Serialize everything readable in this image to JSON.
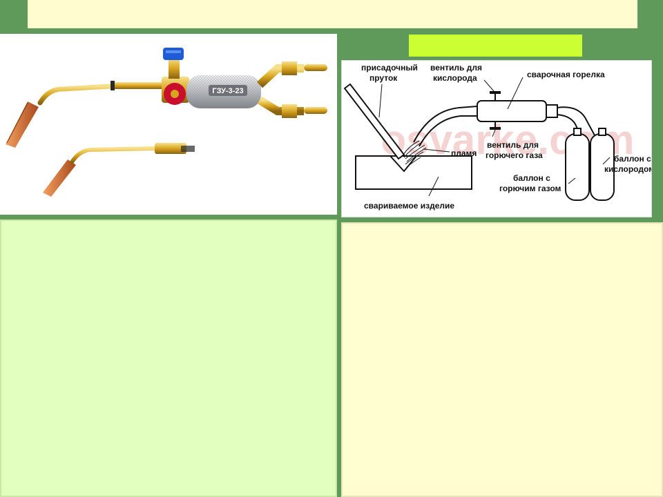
{
  "colors": {
    "background": "#5f9a5b",
    "title_bar": "#fffdcf",
    "label_strip": "#ccff33",
    "text_left": "#e2ffc0",
    "text_right": "#fffed0",
    "brass": "#d9a520",
    "copper": "#c8662a",
    "valve_blue": "#1f5bd6",
    "valve_red": "#c8102e"
  },
  "photo": {
    "torch_marking": "ГЗУ-3-23",
    "icons": [
      "torch-icon",
      "tip-icon"
    ]
  },
  "scheme": {
    "watermark": "osvarke.com",
    "labels": {
      "filler_rod": [
        "присадочный",
        "пруток"
      ],
      "oxygen_valve": [
        "вентиль для",
        "кислорода"
      ],
      "torch": [
        "сварочная горелка"
      ],
      "flame": [
        "пламя"
      ],
      "fuel_valve": [
        "вентиль для",
        "горючего газа"
      ],
      "oxygen_cylinder": [
        "баллон с",
        "кислородом"
      ],
      "fuel_cylinder": [
        "баллон с",
        "горючим газом"
      ],
      "workpiece": [
        "свариваемое изделие"
      ]
    }
  }
}
